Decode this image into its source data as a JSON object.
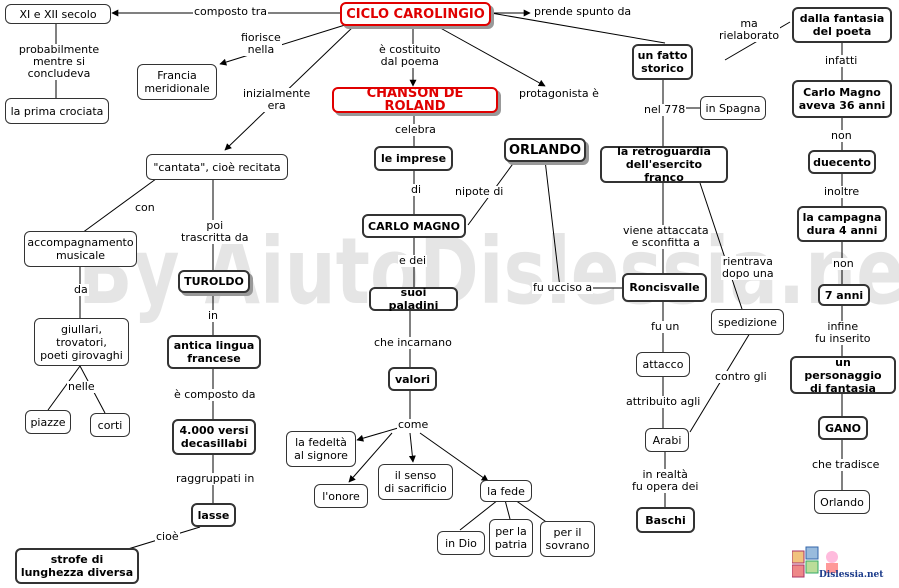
{
  "watermark": "By AiutoDislessia.net",
  "logo_text": "Dislessia.net",
  "nodes": {
    "n_ciclo": "CICLO CAROLINGIO",
    "n_secolo": "XI e  XII secolo",
    "n_crociata": "la prima crociata",
    "n_francia": "Francia\nmeridionale",
    "n_cantata": "\"cantata\", cioè recitata",
    "n_accomp": "accompagnamento\nmusicale",
    "n_giullari": "giullari,\ntrovatori,\npoeti girovaghi",
    "n_piazze": "piazze",
    "n_corti": "corti",
    "n_turoldo": "TUROLDO",
    "n_lingua": "antica lingua\nfrancese",
    "n_versi": "4.000 versi\ndecasillabi",
    "n_lasse": "lasse",
    "n_strofe": "strofe di\nlunghezza diversa",
    "n_chanson": "CHANSON DE ROLAND",
    "n_imprese": "le imprese",
    "n_carlo": "CARLO MAGNO",
    "n_paladini": "suoi paladini",
    "n_valori": "valori",
    "n_fedelta": "la fedeltà\nal signore",
    "n_onore": "l'onore",
    "n_senso": "il senso\ndi sacrificio",
    "n_fede": "la fede",
    "n_dio": "in Dio",
    "n_patria": "per la\npatria",
    "n_sovrano": "per il\nsovrano",
    "n_orlando": "ORLANDO",
    "n_fatto": "un fatto\nstorico",
    "n_spagna": "in Spagna",
    "n_retro": "la retroguardia\ndell'esercito franco",
    "n_ronc": "Roncisvalle",
    "n_spediz": "spedizione",
    "n_attacco": "attacco",
    "n_arabi": "Arabi",
    "n_baschi": "Baschi",
    "n_fantasia": "dalla fantasia\ndel poeta",
    "n_carlo36": "Carlo Magno\naveva 36 anni",
    "n_duecento": "duecento",
    "n_campagna": "la campagna\ndura 4 anni",
    "n_7anni": "7 anni",
    "n_personaggio": "un personaggio\ndi fantasia",
    "n_gano": "GANO",
    "n_orlando2": "Orlando"
  },
  "labels": {
    "l_composto": "composto tra",
    "l_probab": "probabilmente\nmentre si concludeva",
    "l_fiorisce": "fiorisce\nnella",
    "l_iniz": "inizialmente\nera",
    "l_costituito": "è costituito\ndal poema",
    "l_prende": "prende spunto da",
    "l_protag": "protagonista è",
    "l_con": "con",
    "l_da": "da",
    "l_nelle": "nelle",
    "l_poi": "poi\ntrascritta da",
    "l_in": "in",
    "l_ecomposto": "è composto da",
    "l_raggr": "raggruppati in",
    "l_cioe": "cioè",
    "l_celebra": "celebra",
    "l_di": "di",
    "l_nipote": "nipote di",
    "l_edei": "e dei",
    "l_incarnano": "che incarnano",
    "l_come": "come",
    "l_fuucciso": "fu ucciso a",
    "l_ma": "ma\nrielaborato",
    "l_nel778": "nel 778",
    "l_viene": "viene attaccata\ne sconfitta a",
    "l_rientrava": "rientrava\ndopo una",
    "l_fuun": "fu un",
    "l_contro": "contro gli",
    "l_attribuito": "attribuito agli",
    "l_inrealta": "in realtà\nfu opera dei",
    "l_infatti": "infatti",
    "l_non1": "non",
    "l_inoltre": "inoltre",
    "l_non2": "non",
    "l_infine": "infine\nfu inserito",
    "l_tradisce": "che tradisce"
  }
}
